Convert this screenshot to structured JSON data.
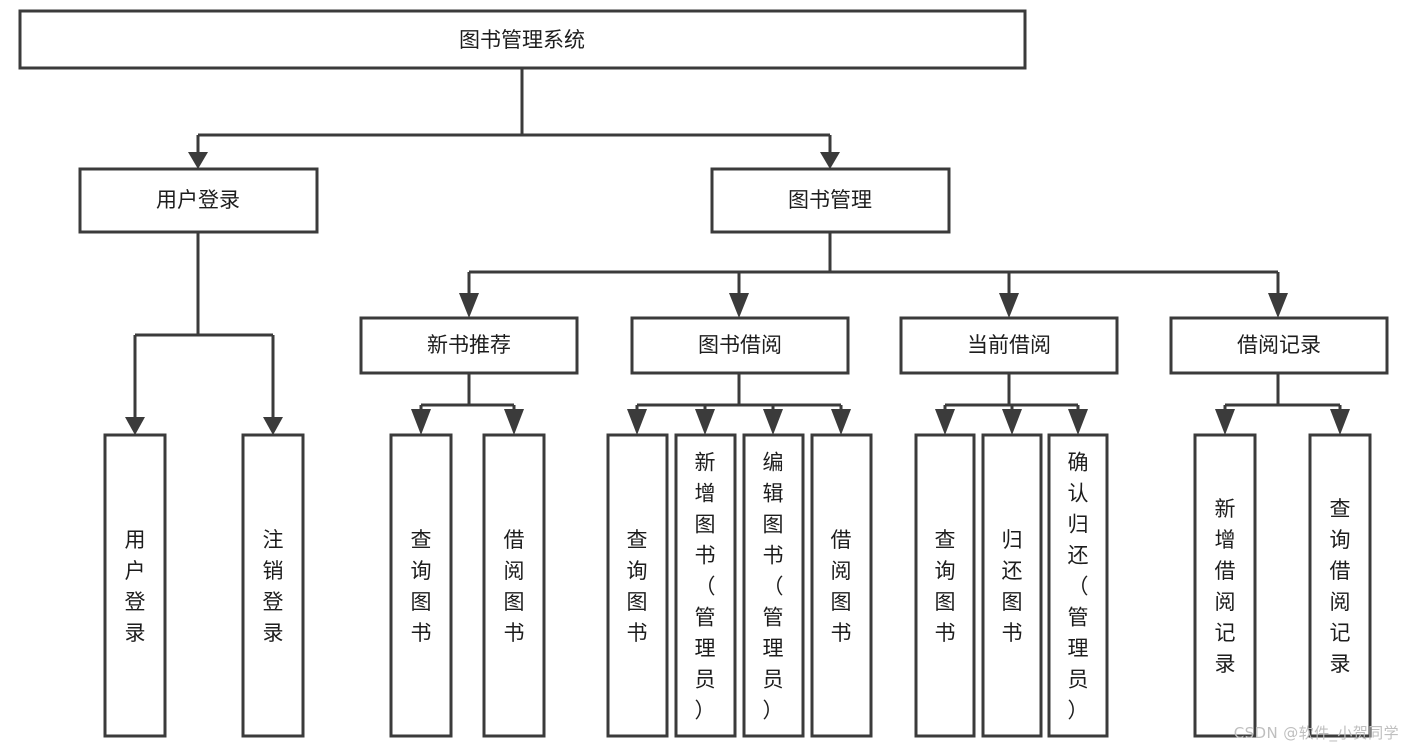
{
  "diagram": {
    "type": "tree-hierarchy-chart",
    "title_node": {
      "id": "root",
      "label": "图书管理系统"
    },
    "levels": [
      {
        "level": 1,
        "nodes": [
          {
            "id": "user-login",
            "label": "用户登录"
          },
          {
            "id": "book-manage",
            "label": "图书管理"
          }
        ]
      },
      {
        "level": 2,
        "nodes": [
          {
            "id": "new-book-rec",
            "label": "新书推荐",
            "parent": "book-manage"
          },
          {
            "id": "book-borrow",
            "label": "图书借阅",
            "parent": "book-manage"
          },
          {
            "id": "current-borrow",
            "label": "当前借阅",
            "parent": "book-manage"
          },
          {
            "id": "borrow-record",
            "label": "借阅记录",
            "parent": "book-manage"
          }
        ]
      },
      {
        "level": 3,
        "nodes": [
          {
            "id": "leaf-user-login",
            "label": "用户登录",
            "parent": "user-login"
          },
          {
            "id": "leaf-user-logout",
            "label": "注销登录",
            "parent": "user-login"
          },
          {
            "id": "leaf-query-book-1",
            "label": "查询图书",
            "parent": "new-book-rec"
          },
          {
            "id": "leaf-borrow-book-1",
            "label": "借阅图书",
            "parent": "new-book-rec"
          },
          {
            "id": "leaf-query-book-2",
            "label": "查询图书",
            "parent": "book-borrow"
          },
          {
            "id": "leaf-add-book",
            "label": "新增图书（管理员）",
            "parent": "book-borrow"
          },
          {
            "id": "leaf-edit-book",
            "label": "编辑图书（管理员）",
            "parent": "book-borrow"
          },
          {
            "id": "leaf-borrow-book-2",
            "label": "借阅图书",
            "parent": "book-borrow"
          },
          {
            "id": "leaf-query-book-3",
            "label": "查询图书",
            "parent": "current-borrow"
          },
          {
            "id": "leaf-return-book",
            "label": "归还图书",
            "parent": "current-borrow"
          },
          {
            "id": "leaf-confirm-return",
            "label": "确认归还（管理员）",
            "parent": "current-borrow"
          },
          {
            "id": "leaf-add-record",
            "label": "新增借阅记录",
            "parent": "borrow-record"
          },
          {
            "id": "leaf-query-record",
            "label": "查询借阅记录",
            "parent": "borrow-record"
          }
        ]
      }
    ]
  },
  "watermark": {
    "text": "CSDN @软件_小贺同学"
  },
  "colors": {
    "stroke": "#3b3b3b",
    "node_fill": "#ffffff",
    "text": "#1d1d1d",
    "watermark": "#bfbfbf",
    "background": "#ffffff"
  }
}
